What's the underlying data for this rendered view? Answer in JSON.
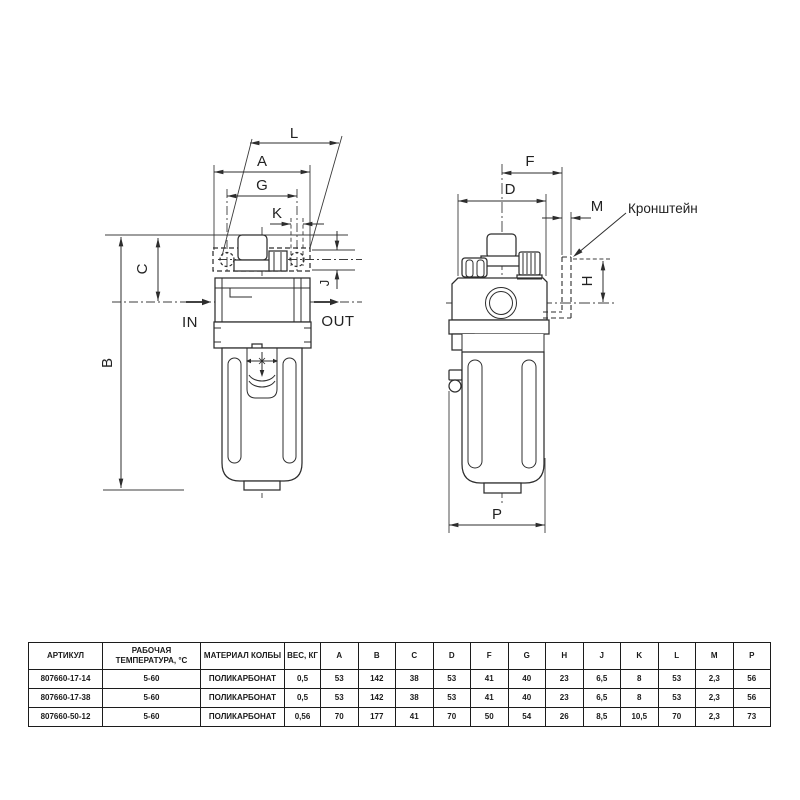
{
  "drawing": {
    "labels": {
      "L": "L",
      "A": "A",
      "G": "G",
      "K": "K",
      "C": "C",
      "B": "B",
      "J": "J",
      "F": "F",
      "D": "D",
      "M": "M",
      "H": "H",
      "P": "P"
    },
    "flow": {
      "in": "IN",
      "out": "OUT"
    },
    "bracket_label": "Кронштейн",
    "line_color": "#2d2d2d"
  },
  "table": {
    "headers": [
      "АРТИКУЛ",
      "РАБОЧАЯ ТЕМПЕРАТУРА, °С",
      "МАТЕРИАЛ КОЛБЫ",
      "ВЕС, КГ",
      "A",
      "B",
      "C",
      "D",
      "F",
      "G",
      "H",
      "J",
      "K",
      "L",
      "M",
      "P"
    ],
    "rows": [
      [
        "807660-17-14",
        "5-60",
        "ПОЛИКАРБОНАТ",
        "0,5",
        "53",
        "142",
        "38",
        "53",
        "41",
        "40",
        "23",
        "6,5",
        "8",
        "53",
        "2,3",
        "56"
      ],
      [
        "807660-17-38",
        "5-60",
        "ПОЛИКАРБОНАТ",
        "0,5",
        "53",
        "142",
        "38",
        "53",
        "41",
        "40",
        "23",
        "6,5",
        "8",
        "53",
        "2,3",
        "56"
      ],
      [
        "807660-50-12",
        "5-60",
        "ПОЛИКАРБОНАТ",
        "0,56",
        "70",
        "177",
        "41",
        "70",
        "50",
        "54",
        "26",
        "8,5",
        "10,5",
        "70",
        "2,3",
        "73"
      ]
    ]
  }
}
